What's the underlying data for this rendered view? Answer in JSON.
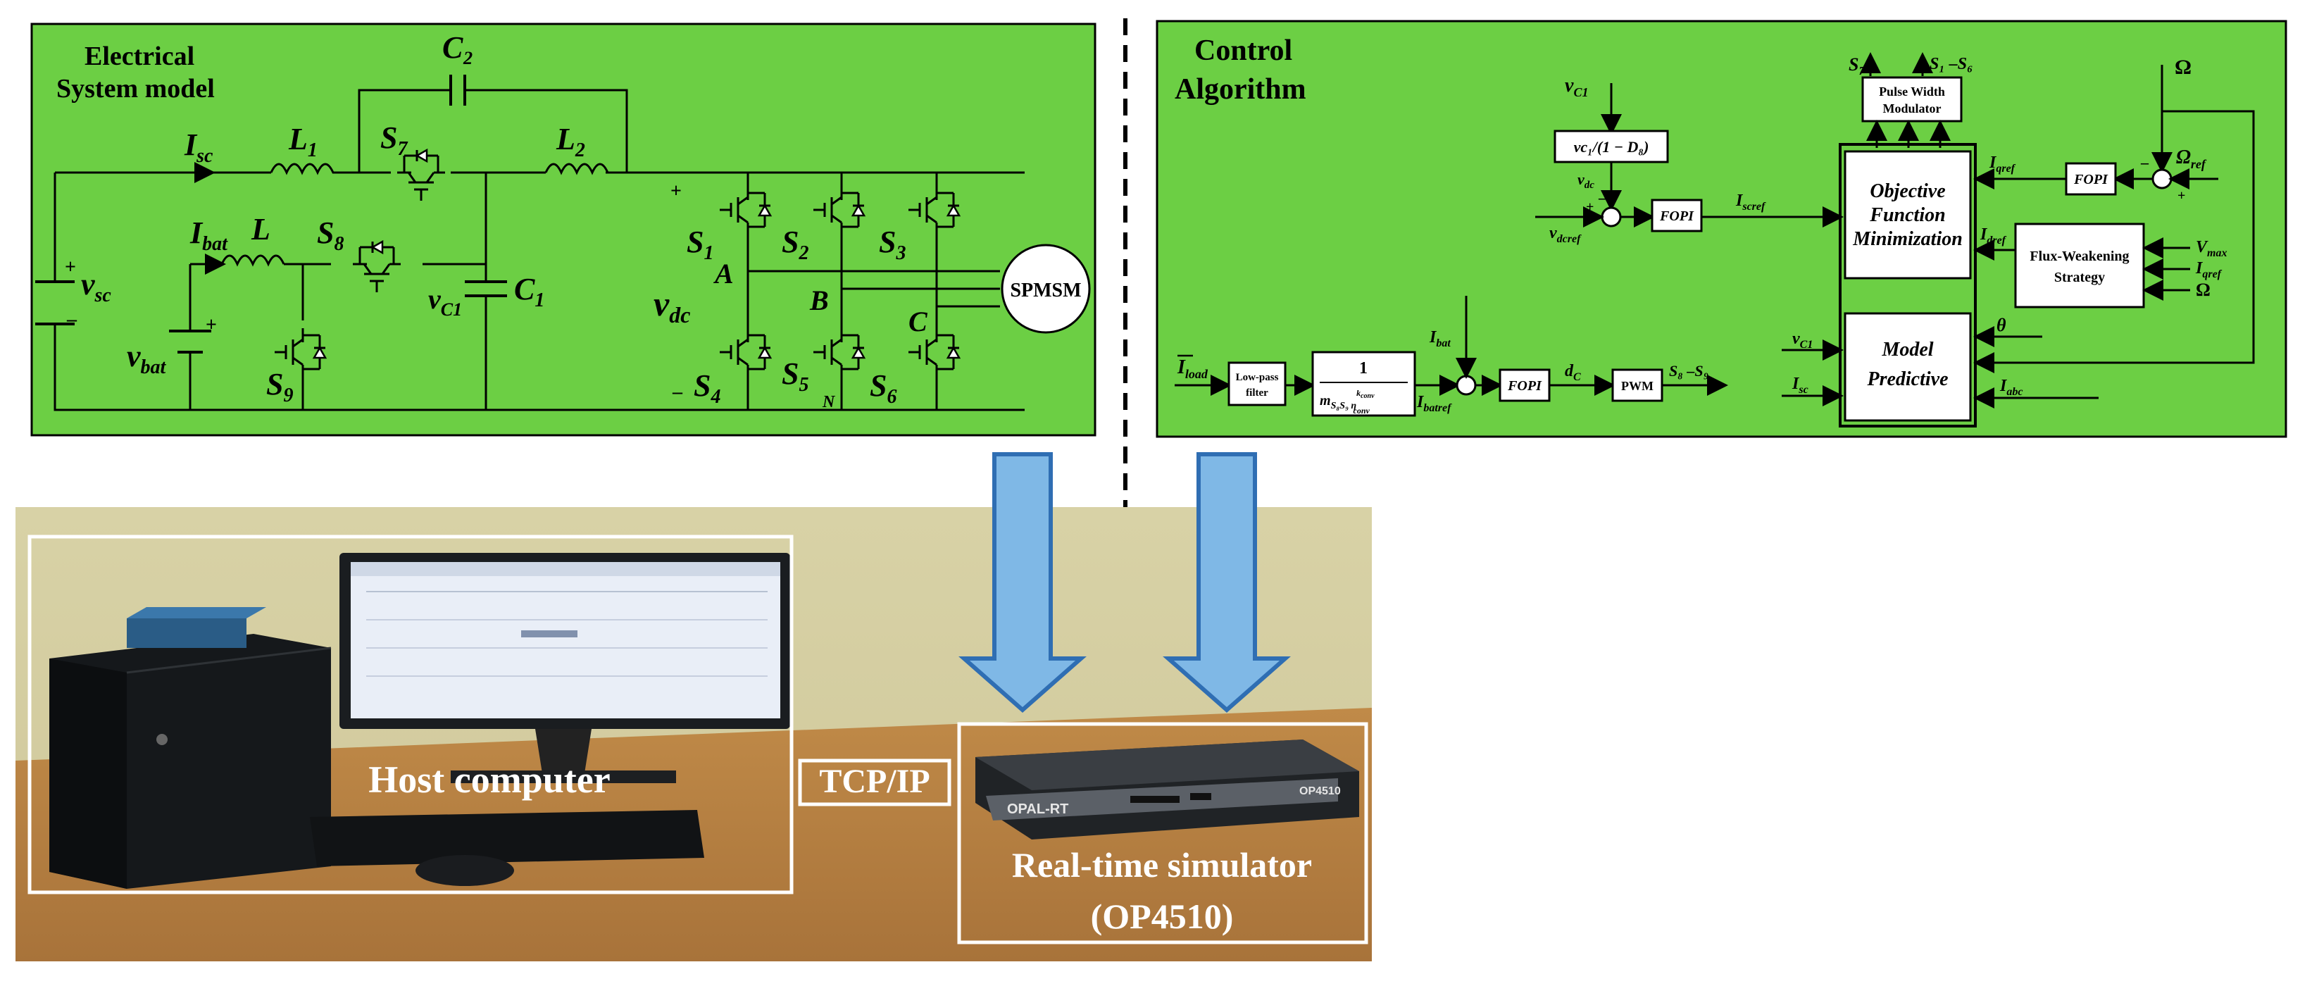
{
  "electrical": {
    "title_line1": "Electrical",
    "title_line2": "System model",
    "labels": {
      "c2": "C₂",
      "isc": "I",
      "isc_sub": "sc",
      "l1": "L",
      "l1_sub": "1",
      "s7": "S",
      "s7_sub": "7",
      "l2": "L",
      "l2_sub": "2",
      "ibat": "I",
      "ibat_sub": "bat",
      "l": "L",
      "s8": "S",
      "s8_sub": "8",
      "vsc": "v",
      "vsc_sub": "sc",
      "vbat": "v",
      "vbat_sub": "bat",
      "s9": "S",
      "s9_sub": "9",
      "vc1": "v",
      "vc1_sub": "C1",
      "c1": "C",
      "c1_sub": "1",
      "vdc": "v",
      "vdc_sub": "dc",
      "s1": "S",
      "s1_sub": "1",
      "s2": "S",
      "s2_sub": "2",
      "s3": "S",
      "s3_sub": "3",
      "s4": "S",
      "s4_sub": "4",
      "s5": "S",
      "s5_sub": "5",
      "s6": "S",
      "s6_sub": "6",
      "node_a": "A",
      "node_b": "B",
      "node_c": "C",
      "node_n": "N",
      "plus": "+",
      "minus": "–",
      "motor": "SPMSM"
    }
  },
  "control": {
    "title_line1": "Control",
    "title_line2": "Algorithm",
    "pwm_mod": [
      "Pulse Width",
      "Modulator"
    ],
    "s7": "S",
    "s7_sub": "7",
    "s1s6": "S₁ –S₆",
    "omega": "Ω",
    "omega_ref": "Ω",
    "omega_ref_sub": "ref",
    "vc1": "v",
    "vc1_sub": "C1",
    "vc1_formula": "vс₁/(1 − D₈)",
    "vdc": "v",
    "vdc_sub": "dc",
    "vdcref": "v",
    "vdcref_sub": "dcref",
    "fopi": "FOPI",
    "iscref": "I",
    "iscref_sub": "scref",
    "iqref": "I",
    "iqref_sub": "qref",
    "objective": [
      "Objective",
      "Function",
      "Minimization"
    ],
    "idref": "I",
    "idref_sub": "dref",
    "flux": [
      "Flux-Weakening",
      "Strategy"
    ],
    "vmax": "V",
    "vmax_sub": "max",
    "iqref2": "I",
    "iqref2_sub": "qref",
    "omega2": "Ω",
    "theta": "θ",
    "model": [
      "Model",
      "Predictive"
    ],
    "ibat": "I",
    "ibat_sub": "bat",
    "iload": "I",
    "iload_sub": "load",
    "lowpass": [
      "Low-pass",
      "filter"
    ],
    "gain_num": "1",
    "gain_den": "m",
    "gain_den_rest": "S₈S₉ η",
    "gain_exp": "k",
    "gain_exp_sub": "conv",
    "gain_eta_sub": "conv",
    "ibatref": "I",
    "ibatref_sub": "batref",
    "dc": "d",
    "dc_sub": "C",
    "pwm": "PWM",
    "s8s9": "S₈ –S₉",
    "vc1b": "v",
    "vc1b_sub": "C1",
    "isc": "I",
    "isc_sub": "sc",
    "iabc": "I",
    "iabc_sub": "abc",
    "plus": "+",
    "minus": "–"
  },
  "photo": {
    "host_label": "Host computer",
    "tcp_label": "TCP/IP",
    "sim_label_line1": "Real-time simulator",
    "sim_label_line2": "(OP4510)",
    "device_brand": "OPAL-RT",
    "device_model": "OP4510"
  },
  "colors": {
    "panel_green": "#6ccf44",
    "arrow_fill": "#7fb8e6",
    "arrow_stroke": "#2f6eb3",
    "frame_white": "#ffffff"
  }
}
